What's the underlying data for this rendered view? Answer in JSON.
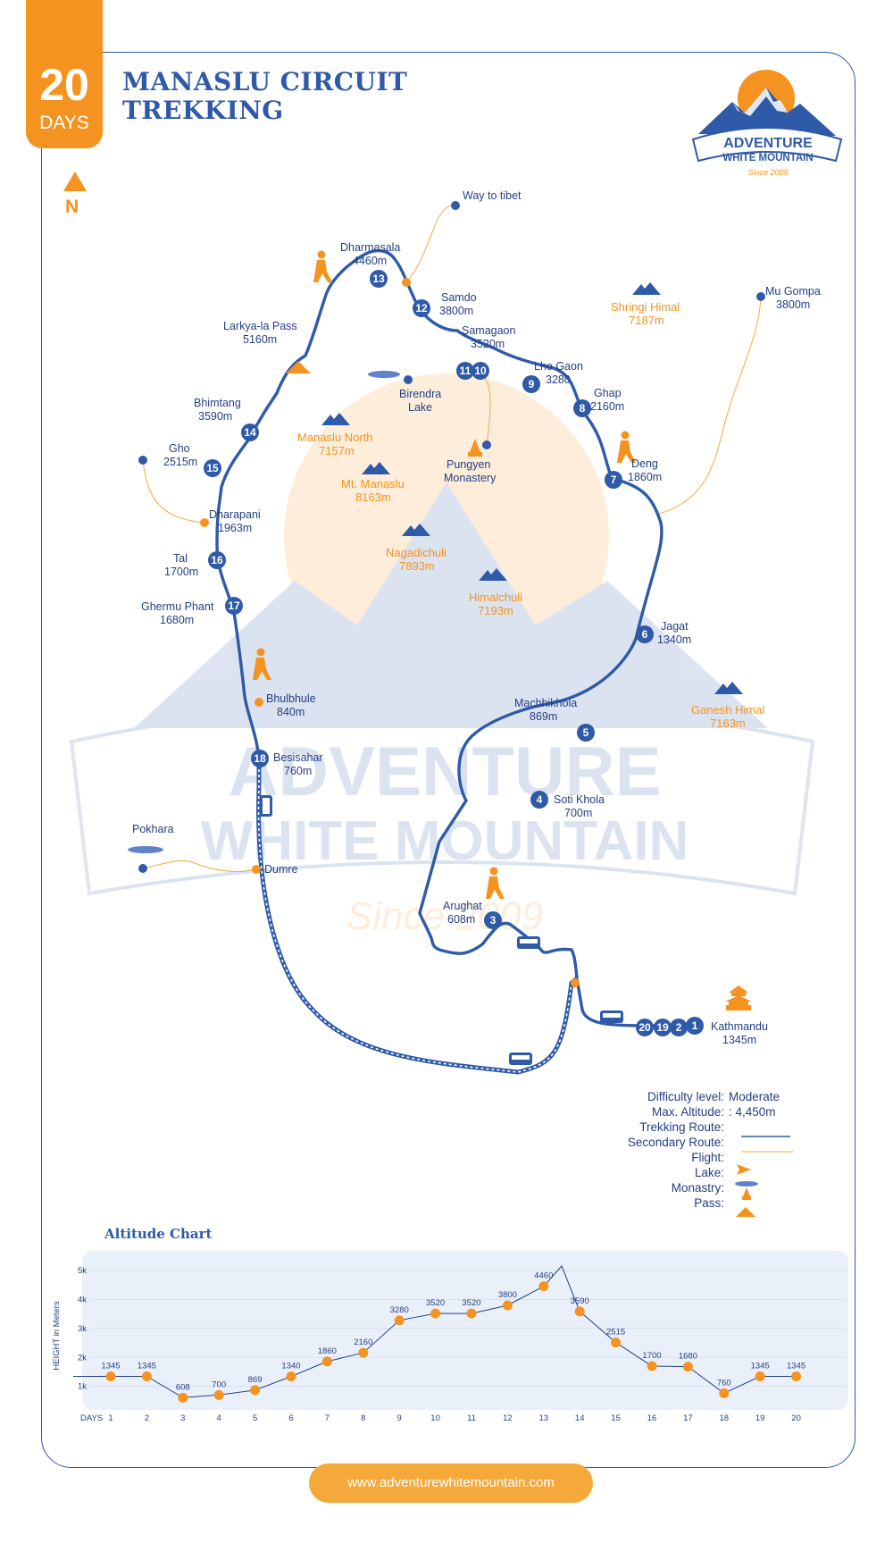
{
  "days_badge": {
    "number": "20",
    "label": "DAYS"
  },
  "title": {
    "line1": "MANASLU CIRCUIT",
    "line2": "TREKKING"
  },
  "compass": {
    "label": "N"
  },
  "logo": {
    "line1": "ADVENTURE",
    "line2": "WHITE MOUNTAIN",
    "since": "Since 2009"
  },
  "watermark": {
    "line1": "ADVENTURE",
    "line2": "WHITE MOUNTAIN",
    "since": "Since 2009"
  },
  "colors": {
    "accent": "#f4931f",
    "route": "#2f5aa8",
    "text": "#233f86"
  },
  "map": {
    "places": [
      {
        "name": "Way to tibet",
        "alt": ""
      },
      {
        "name": "Dharmasala",
        "alt": "4460m"
      },
      {
        "name": "Samdo",
        "alt": "3800m"
      },
      {
        "name": "Samagaon",
        "alt": "3520m"
      },
      {
        "name": "Lho Gaon",
        "alt": "3280"
      },
      {
        "name": "Ghap",
        "alt": "2160m"
      },
      {
        "name": "Deng",
        "alt": "1860m"
      },
      {
        "name": "Larkya-la Pass",
        "alt": "5160m"
      },
      {
        "name": "Birendra",
        "alt": "Lake"
      },
      {
        "name": "Pungyen",
        "alt": "Monastery"
      },
      {
        "name": "Bhimtang",
        "alt": "3590m"
      },
      {
        "name": "Gho",
        "alt": "2515m"
      },
      {
        "name": "Dharapani",
        "alt": "1963m"
      },
      {
        "name": "Tal",
        "alt": "1700m"
      },
      {
        "name": "Ghermu Phant",
        "alt": "1680m"
      },
      {
        "name": "Jagat",
        "alt": "1340m"
      },
      {
        "name": "Machhikhola",
        "alt": "869m"
      },
      {
        "name": "Bhulbhule",
        "alt": "840m"
      },
      {
        "name": "Besisahar",
        "alt": "760m"
      },
      {
        "name": "Soti Khola",
        "alt": "700m"
      },
      {
        "name": "Pokhara",
        "alt": ""
      },
      {
        "name": "Dumre",
        "alt": ""
      },
      {
        "name": "Arughat",
        "alt": "608m"
      },
      {
        "name": "Kathmandu",
        "alt": "1345m"
      },
      {
        "name": "Mu Gompa",
        "alt": "3800m"
      }
    ],
    "peaks": [
      {
        "name": "Shringi Himal",
        "alt": "7187m"
      },
      {
        "name": "Manaslu North",
        "alt": "7157m"
      },
      {
        "name": "Mt. Manaslu",
        "alt": "8163m"
      },
      {
        "name": "Nagadichuli",
        "alt": "7893m"
      },
      {
        "name": "Himalchuli",
        "alt": "7193m"
      },
      {
        "name": "Ganesh Himal",
        "alt": "7163m"
      }
    ],
    "day_markers": [
      "1",
      "2",
      "19",
      "20",
      "3",
      "4",
      "5",
      "6",
      "7",
      "8",
      "9",
      "10",
      "11",
      "12",
      "13",
      "14",
      "15",
      "16",
      "17",
      "18"
    ]
  },
  "legend": {
    "difficulty_label": "Difficulty level:",
    "difficulty_value": "Moderate",
    "altitude_label": "Max. Altitude:",
    "altitude_value": ": 4,450m",
    "trekking_label": "Trekking Route:",
    "secondary_label": "Secondary Route:",
    "flight_label": "Flight:",
    "lake_label": "Lake:",
    "monastery_label": "Monastry:",
    "pass_label": "Pass:"
  },
  "altitude_chart_title": "Altitude Chart",
  "chart_data": {
    "type": "line",
    "title": "Altitude Chart",
    "ylabel": "HEIGHT in Meters",
    "xlabel": "DAYS",
    "y_ticks": [
      "1k",
      "2k",
      "3k",
      "4k",
      "5k"
    ],
    "ylim": [
      0,
      5500
    ],
    "x": [
      1,
      2,
      3,
      4,
      5,
      6,
      7,
      8,
      9,
      10,
      11,
      12,
      13,
      14,
      15,
      16,
      17,
      18,
      19,
      20
    ],
    "values": [
      1345,
      1345,
      608,
      700,
      869,
      1340,
      1860,
      2160,
      3280,
      3520,
      3520,
      3800,
      4460,
      3590,
      2515,
      1700,
      1680,
      760,
      1345,
      1345
    ],
    "peak": 5160,
    "grid": true
  },
  "website": "www.adventurewhitemountain.com"
}
